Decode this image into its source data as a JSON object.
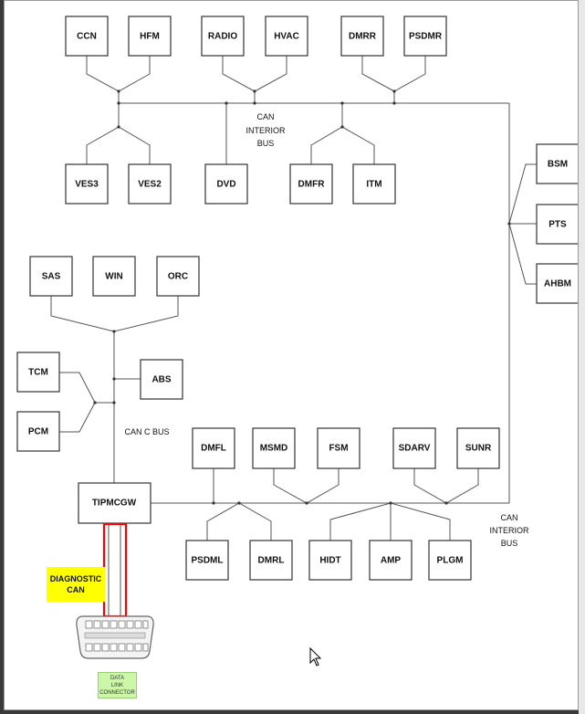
{
  "modules": {
    "ccn": "CCN",
    "hfm": "HFM",
    "radio": "RADIO",
    "hvac": "HVAC",
    "dmrr": "DMRR",
    "psdmr": "PSDMR",
    "ves3": "VES3",
    "ves2": "VES2",
    "dvd": "DVD",
    "dmfr": "DMFR",
    "itm": "ITM",
    "bsm": "BSM",
    "pts": "PTS",
    "ahbm": "AHBM",
    "sas": "SAS",
    "win": "WIN",
    "orc": "ORC",
    "tcm": "TCM",
    "abs": "ABS",
    "pcm": "PCM",
    "tipmcgw": "TIPMCGW",
    "dmfl": "DMFL",
    "msmd": "MSMD",
    "fsm": "FSM",
    "sdarv": "SDARV",
    "sunr": "SUNR",
    "psdml": "PSDML",
    "dmrl": "DMRL",
    "hidt": "HIDT",
    "amp": "AMP",
    "plgm": "PLGM"
  },
  "labels": {
    "can_interior_top": [
      "CAN",
      "INTERIOR",
      "BUS"
    ],
    "can_interior_bottom": [
      "CAN",
      "INTERIOR",
      "BUS"
    ],
    "can_c_bus": "CAN C BUS",
    "diagnostic_can": [
      "DIAGNOSTIC",
      "CAN"
    ],
    "data_link_connector": [
      "DATA",
      "LINK",
      "CONNECTOR"
    ]
  },
  "colors": {
    "highlight_box": "#ff0000",
    "diagnostic_label_bg": "#ffff00",
    "dlc_label_bg": "#ccf7a8"
  }
}
